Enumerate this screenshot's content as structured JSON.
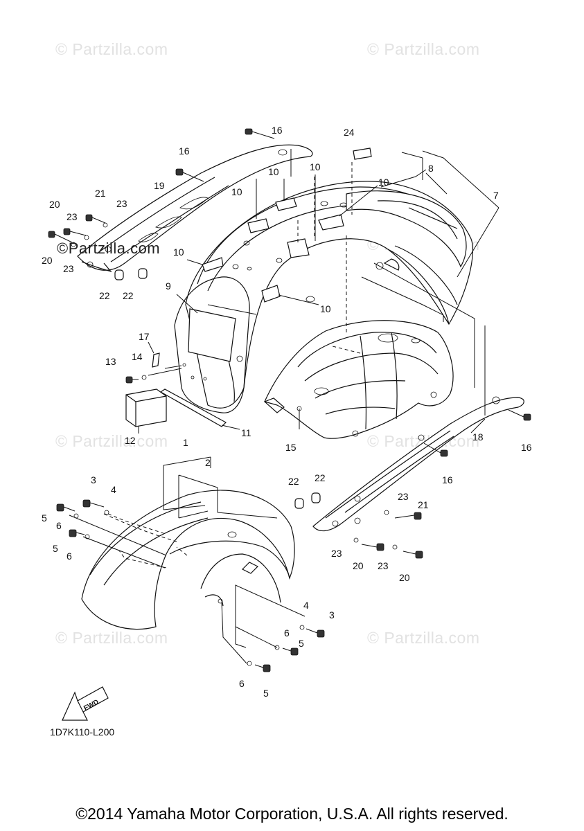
{
  "watermarks": {
    "text": "© Partzilla.com",
    "text_overlap": "©Partzilla.com"
  },
  "callouts": {
    "c1": "1",
    "c2": "2",
    "c3a": "3",
    "c3b": "3",
    "c4a": "4",
    "c4b": "4",
    "c5a": "5",
    "c5b": "5",
    "c5c": "5",
    "c5d": "5",
    "c6a": "6",
    "c6b": "6",
    "c6c": "6",
    "c6d": "6",
    "c7": "7",
    "c8": "8",
    "c9": "9",
    "c10a": "10",
    "c10b": "10",
    "c10c": "10",
    "c10d": "10",
    "c10e": "10",
    "c10f": "10",
    "c11": "11",
    "c12": "12",
    "c13": "13",
    "c14": "14",
    "c15": "15",
    "c16a": "16",
    "c16b": "16",
    "c16c": "16",
    "c16d": "16",
    "c17": "17",
    "c18": "18",
    "c19": "19",
    "c20a": "20",
    "c20b": "20",
    "c20c": "20",
    "c20d": "20",
    "c21a": "21",
    "c21b": "21",
    "c22a": "22",
    "c22b": "22",
    "c22c": "22",
    "c22d": "22",
    "c23a": "23",
    "c23b": "23",
    "c23c": "23",
    "c23d": "23",
    "c23e": "23",
    "c23f": "23",
    "c24": "24"
  },
  "fwd_label": "FWD",
  "diagram_code": "1D7K110-L200",
  "copyright": "©2014 Yamaha Motor Corporation, U.S.A. All rights reserved."
}
